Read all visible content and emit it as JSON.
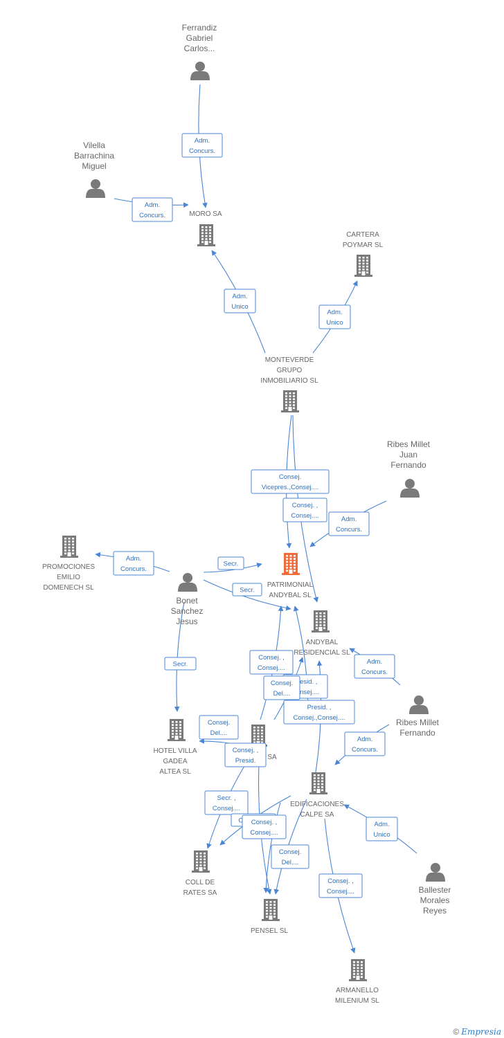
{
  "colors": {
    "edge": "#4a86d4",
    "edge_text": "#2f6fbf",
    "node": "#7a7a7a",
    "focus_node": "#f26b3a",
    "label": "#666666"
  },
  "brand": {
    "copyright": "©",
    "name": "Empresia"
  },
  "nodes": [
    {
      "id": "ferrandiz",
      "type": "person",
      "icon": "person-icon",
      "lines": [
        "Ferrandiz",
        "Gabriel",
        "Carlos..."
      ]
    },
    {
      "id": "vilella",
      "type": "person",
      "icon": "person-icon",
      "lines": [
        "Vilella",
        "Barrachina",
        "Miguel"
      ]
    },
    {
      "id": "moro",
      "type": "company",
      "icon": "building-icon",
      "lines": [
        "MORO SA"
      ]
    },
    {
      "id": "cartera",
      "type": "company",
      "icon": "building-icon",
      "lines": [
        "CARTERA",
        "POYMAR SL"
      ]
    },
    {
      "id": "monteverde",
      "type": "company",
      "icon": "building-icon",
      "lines": [
        "MONTEVERDE",
        "GRUPO",
        "INMOBILIARIO SL"
      ]
    },
    {
      "id": "ribes_juan",
      "type": "person",
      "icon": "person-icon",
      "lines": [
        "Ribes Millet",
        "Juan",
        "Fernando"
      ]
    },
    {
      "id": "promociones",
      "type": "company",
      "icon": "building-icon",
      "lines": [
        "PROMOCIONES",
        "EMILIO",
        "DOMENECH SL"
      ]
    },
    {
      "id": "patrimonial",
      "type": "company",
      "icon": "building-icon",
      "focus": true,
      "lines": [
        "PATRIMONIAL",
        "ANDYBAL SL"
      ]
    },
    {
      "id": "bonet",
      "type": "person",
      "icon": "person-icon",
      "lines": [
        "Bonet",
        "Sanchez",
        "Jesus"
      ]
    },
    {
      "id": "andybal_res",
      "type": "company",
      "icon": "building-icon",
      "lines": [
        "ANDYBAL",
        "RESIDENCIAL SL"
      ]
    },
    {
      "id": "ribes_fernando",
      "type": "person",
      "icon": "person-icon",
      "lines": [
        "Ribes Millet",
        "Fernando"
      ]
    },
    {
      "id": "hotel",
      "type": "company",
      "icon": "building-icon",
      "lines": [
        "HOTEL VILLA",
        "GADEA",
        "ALTEA SL"
      ]
    },
    {
      "id": "hidden_sa",
      "type": "company",
      "icon": "building-icon",
      "lines": [
        "SA"
      ]
    },
    {
      "id": "edificaciones",
      "type": "company",
      "icon": "building-icon",
      "lines": [
        "EDIFICACIONES",
        "CALPE SA"
      ]
    },
    {
      "id": "coll",
      "type": "company",
      "icon": "building-icon",
      "lines": [
        "COLL DE",
        "RATES SA"
      ]
    },
    {
      "id": "pensel",
      "type": "company",
      "icon": "building-icon",
      "lines": [
        "PENSEL SL"
      ]
    },
    {
      "id": "ballester",
      "type": "person",
      "icon": "person-icon",
      "lines": [
        "Ballester",
        "Morales",
        "Reyes"
      ]
    },
    {
      "id": "armanello",
      "type": "company",
      "icon": "building-icon",
      "lines": [
        "ARMANELLO",
        "MILENIUM SL"
      ]
    }
  ],
  "edges": [
    {
      "id": "e1",
      "lines": [
        "Adm.",
        "Concurs."
      ]
    },
    {
      "id": "e2",
      "lines": [
        "Adm.",
        "Concurs."
      ]
    },
    {
      "id": "e3",
      "lines": [
        "Adm.",
        "Unico"
      ]
    },
    {
      "id": "e4",
      "lines": [
        "Adm.",
        "Unico"
      ]
    },
    {
      "id": "e5",
      "lines": [
        "Consej.",
        "Vicepres.,Consej...."
      ]
    },
    {
      "id": "e6",
      "lines": [
        "Consej. ,",
        "Consej...."
      ]
    },
    {
      "id": "e7",
      "lines": [
        "Adm.",
        "Concurs."
      ]
    },
    {
      "id": "e8",
      "lines": [
        "Adm.",
        "Concurs."
      ]
    },
    {
      "id": "e9",
      "lines": [
        "Secr."
      ]
    },
    {
      "id": "e10",
      "lines": [
        "Secr."
      ]
    },
    {
      "id": "e11",
      "lines": [
        "Secr."
      ]
    },
    {
      "id": "e12",
      "lines": [
        "Consej. ,",
        "Consej...."
      ]
    },
    {
      "id": "e13",
      "lines": [
        "Presid. ,",
        "Consej...."
      ]
    },
    {
      "id": "e14",
      "lines": [
        "Consej.",
        "Del...."
      ]
    },
    {
      "id": "e15",
      "lines": [
        "Presid. ,",
        "Consej.,Consej...."
      ]
    },
    {
      "id": "e16",
      "lines": [
        "Adm.",
        "Concurs."
      ]
    },
    {
      "id": "e17",
      "lines": [
        "Consej.",
        "Del...."
      ]
    },
    {
      "id": "e18",
      "lines": [
        "Consej. ,",
        "Presid."
      ]
    },
    {
      "id": "e19",
      "lines": [
        "Adm.",
        "Concurs."
      ]
    },
    {
      "id": "e20",
      "lines": [
        "Secr. ,",
        "Consej...."
      ]
    },
    {
      "id": "e21",
      "lines": [
        "Consejero"
      ]
    },
    {
      "id": "e22",
      "lines": [
        "Consej. ,",
        "Consej...."
      ]
    },
    {
      "id": "e23",
      "lines": [
        "Adm.",
        "Unico"
      ]
    },
    {
      "id": "e24",
      "lines": [
        "Consej.",
        "Del...."
      ]
    },
    {
      "id": "e25",
      "lines": [
        "Consej. ,",
        "Consej...."
      ]
    }
  ]
}
